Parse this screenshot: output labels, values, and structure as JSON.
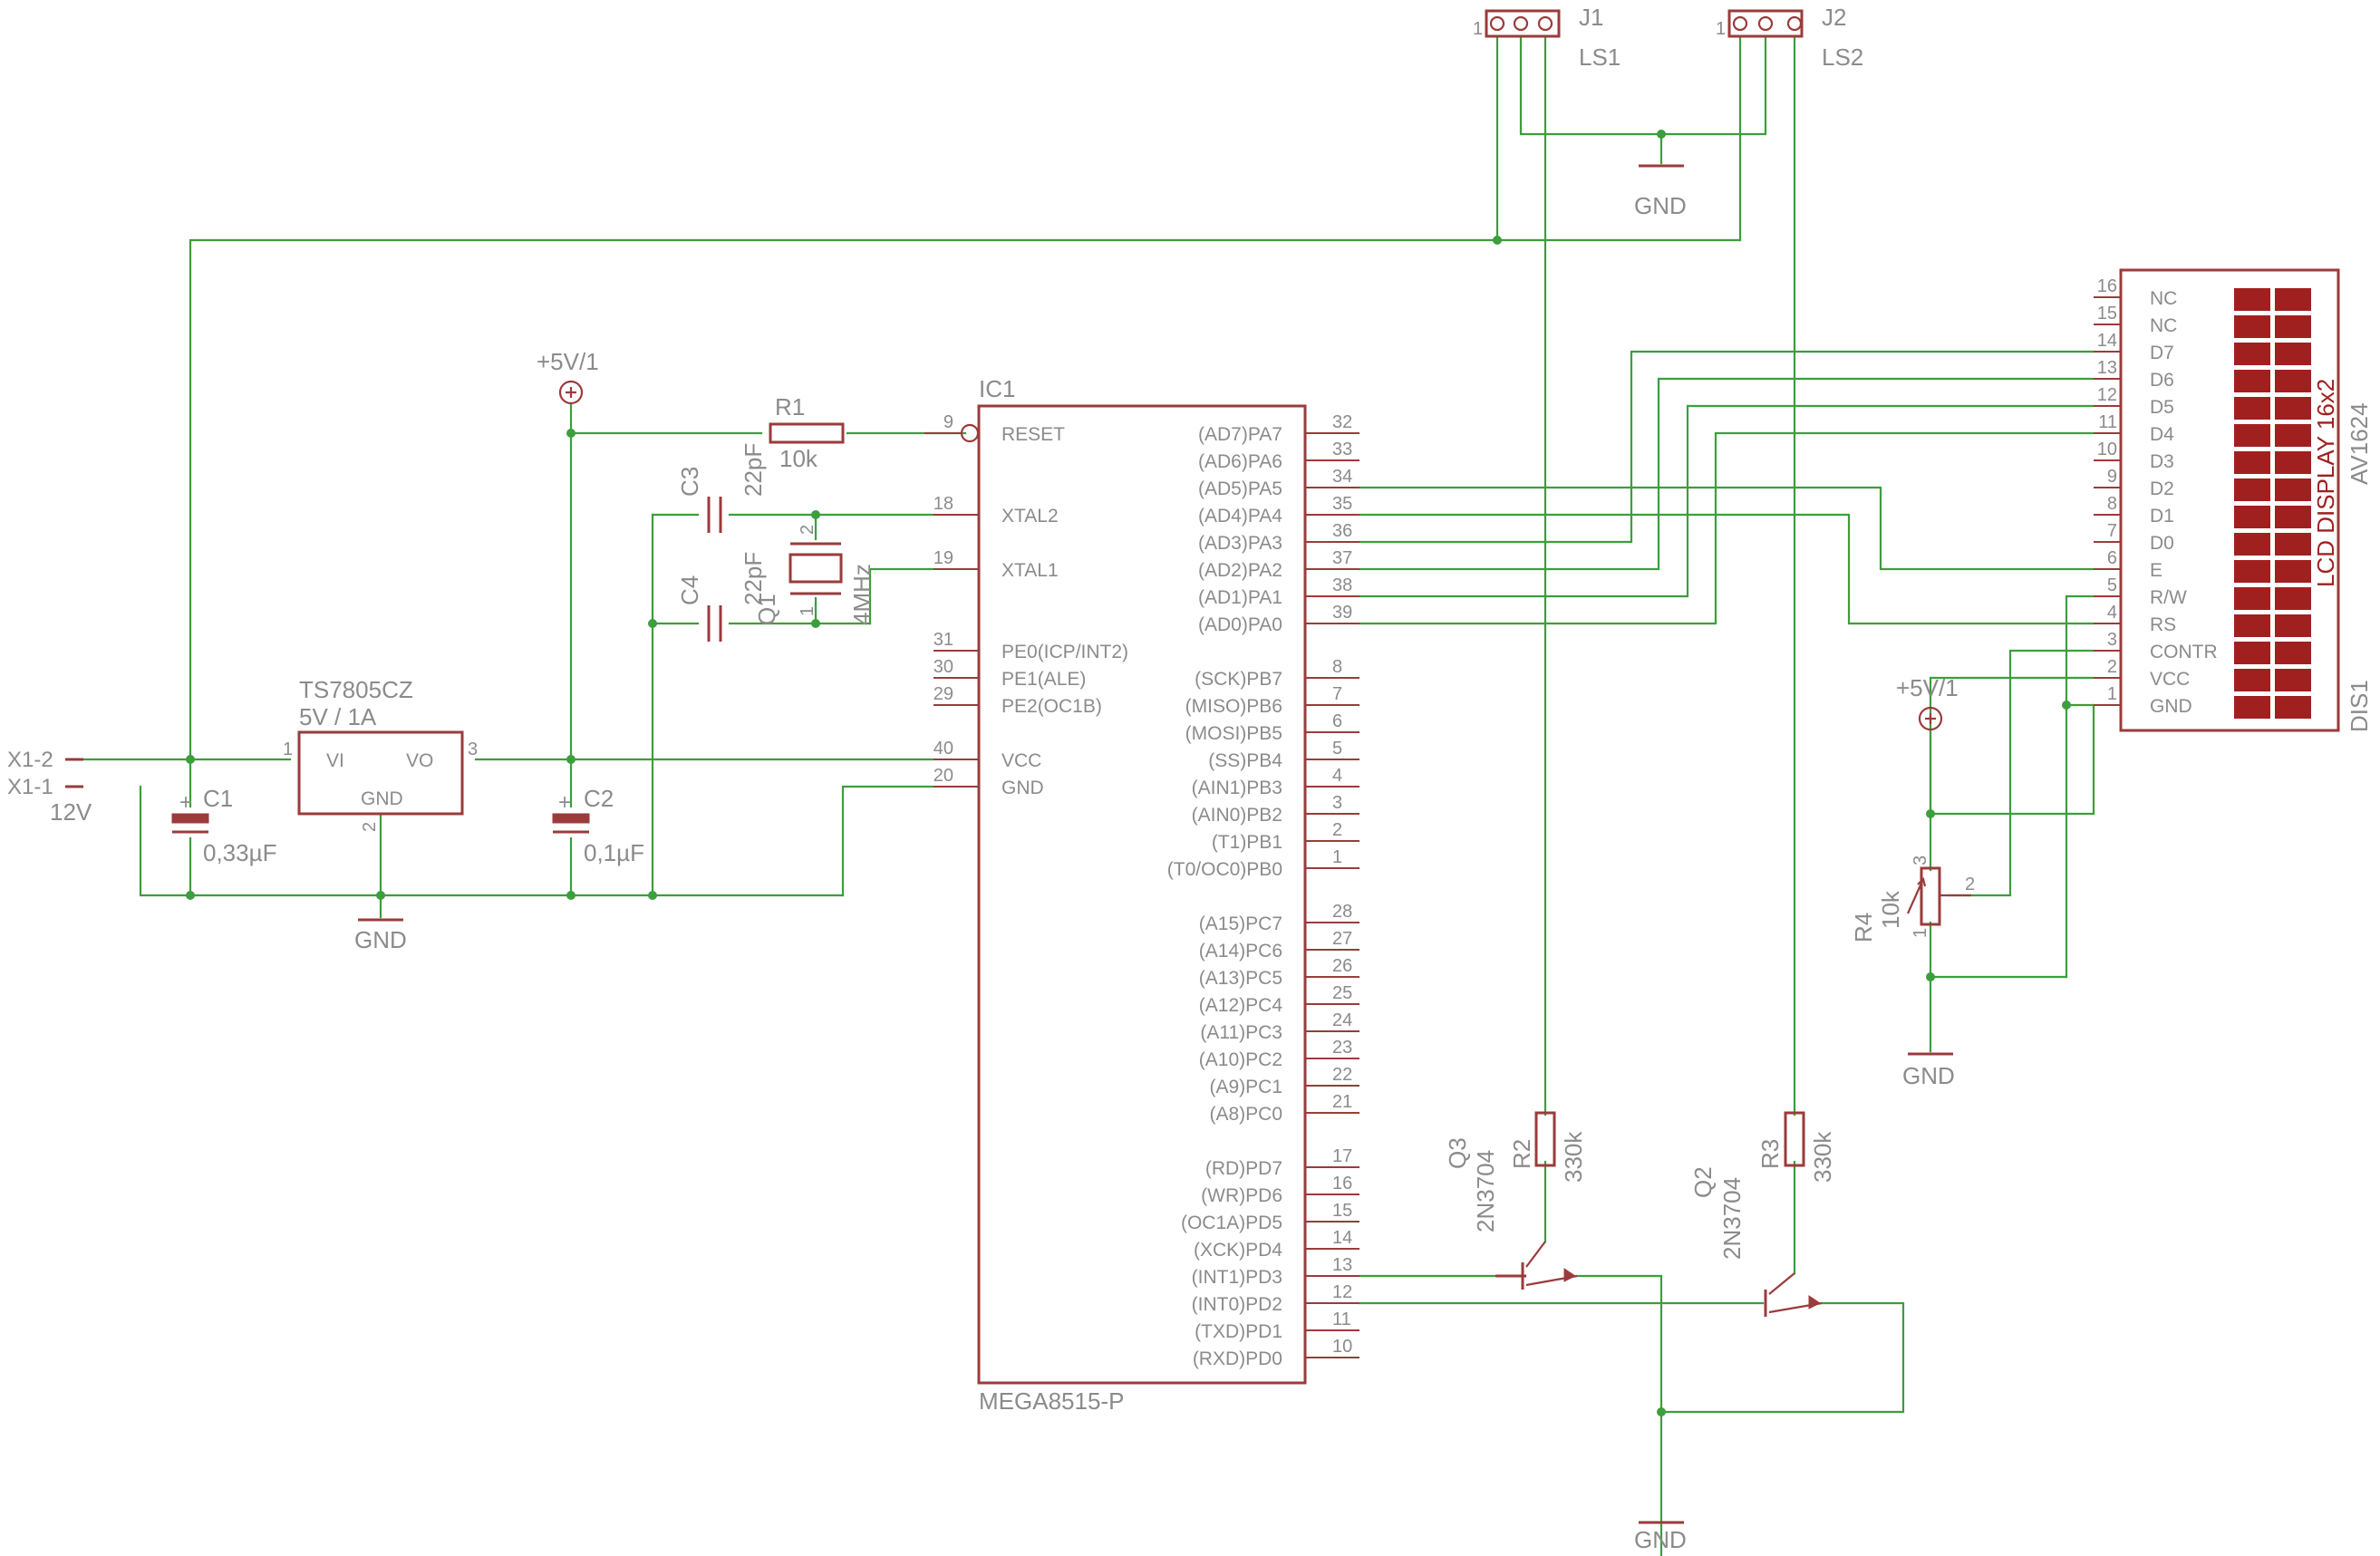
{
  "ic1": {
    "name": "IC1",
    "value": "MEGA8515-P",
    "left_pins": [
      {
        "num": "9",
        "label": "RESET"
      },
      {
        "num": "18",
        "label": "XTAL2"
      },
      {
        "num": "19",
        "label": "XTAL1"
      },
      {
        "num": "31",
        "label": "PE0(ICP/INT2)"
      },
      {
        "num": "30",
        "label": "PE1(ALE)"
      },
      {
        "num": "29",
        "label": "PE2(OC1B)"
      },
      {
        "num": "40",
        "label": "VCC"
      },
      {
        "num": "20",
        "label": "GND"
      }
    ],
    "right_pins": [
      {
        "num": "32",
        "label": "(AD7)PA7"
      },
      {
        "num": "33",
        "label": "(AD6)PA6"
      },
      {
        "num": "34",
        "label": "(AD5)PA5"
      },
      {
        "num": "35",
        "label": "(AD4)PA4"
      },
      {
        "num": "36",
        "label": "(AD3)PA3"
      },
      {
        "num": "37",
        "label": "(AD2)PA2"
      },
      {
        "num": "38",
        "label": "(AD1)PA1"
      },
      {
        "num": "39",
        "label": "(AD0)PA0"
      },
      {
        "num": "8",
        "label": "(SCK)PB7"
      },
      {
        "num": "7",
        "label": "(MISO)PB6"
      },
      {
        "num": "6",
        "label": "(MOSI)PB5"
      },
      {
        "num": "5",
        "label": "(SS)PB4"
      },
      {
        "num": "4",
        "label": "(AIN1)PB3"
      },
      {
        "num": "3",
        "label": "(AIN0)PB2"
      },
      {
        "num": "2",
        "label": "(T1)PB1"
      },
      {
        "num": "1",
        "label": "(T0/OC0)PB0"
      },
      {
        "num": "28",
        "label": "(A15)PC7"
      },
      {
        "num": "27",
        "label": "(A14)PC6"
      },
      {
        "num": "26",
        "label": "(A13)PC5"
      },
      {
        "num": "25",
        "label": "(A12)PC4"
      },
      {
        "num": "24",
        "label": "(A11)PC3"
      },
      {
        "num": "23",
        "label": "(A10)PC2"
      },
      {
        "num": "22",
        "label": "(A9)PC1"
      },
      {
        "num": "21",
        "label": "(A8)PC0"
      },
      {
        "num": "17",
        "label": "(RD)PD7"
      },
      {
        "num": "16",
        "label": "(WR)PD6"
      },
      {
        "num": "15",
        "label": "(OC1A)PD5"
      },
      {
        "num": "14",
        "label": "(XCK)PD4"
      },
      {
        "num": "13",
        "label": "(INT1)PD3"
      },
      {
        "num": "12",
        "label": "(INT0)PD2"
      },
      {
        "num": "11",
        "label": "(TXD)PD1"
      },
      {
        "num": "10",
        "label": "(RXD)PD0"
      }
    ]
  },
  "lcd": {
    "name": "DIS1",
    "value": "AV1624",
    "title": "LCD DISPLAY 16x2",
    "pins": [
      {
        "num": "16",
        "label": "NC"
      },
      {
        "num": "15",
        "label": "NC"
      },
      {
        "num": "14",
        "label": "D7"
      },
      {
        "num": "13",
        "label": "D6"
      },
      {
        "num": "12",
        "label": "D5"
      },
      {
        "num": "11",
        "label": "D4"
      },
      {
        "num": "10",
        "label": "D3"
      },
      {
        "num": "9",
        "label": "D2"
      },
      {
        "num": "8",
        "label": "D1"
      },
      {
        "num": "7",
        "label": "D0"
      },
      {
        "num": "6",
        "label": "E"
      },
      {
        "num": "5",
        "label": "R/W"
      },
      {
        "num": "4",
        "label": "RS"
      },
      {
        "num": "3",
        "label": "CONTR"
      },
      {
        "num": "2",
        "label": "VCC"
      },
      {
        "num": "1",
        "label": "GND"
      }
    ]
  },
  "regulator": {
    "name": "TS7805CZ",
    "value": "5V / 1A",
    "vi": "VI",
    "vo": "VO",
    "gnd": "GND",
    "pin1": "1",
    "pin2": "2",
    "pin3": "3"
  },
  "c1": {
    "name": "C1",
    "value": "0,33µF"
  },
  "c2": {
    "name": "C2",
    "value": "0,1µF"
  },
  "c3": {
    "name": "C3",
    "value": "22pF"
  },
  "c4": {
    "name": "C4",
    "value": "22pF"
  },
  "q1": {
    "name": "Q1",
    "value": "4MHz",
    "pin1": "1",
    "pin2": "2"
  },
  "r1": {
    "name": "R1",
    "value": "10k"
  },
  "r2": {
    "name": "R2",
    "value": "330k"
  },
  "r3": {
    "name": "R3",
    "value": "330k"
  },
  "r4": {
    "name": "R4",
    "value": "10k",
    "pin1": "1",
    "pin2": "2",
    "pin3": "3"
  },
  "q2": {
    "name": "Q2",
    "value": "2N3704"
  },
  "q3": {
    "name": "Q3",
    "value": "2N3704"
  },
  "j1": {
    "name": "J1",
    "value": "LS1",
    "pin1": "1"
  },
  "j2": {
    "name": "J2",
    "value": "LS2",
    "pin1": "1"
  },
  "power": {
    "plus5v": "+5V/1",
    "gnd": "GND"
  },
  "input": {
    "x1_2": "X1-2",
    "x1_1": "X1-1",
    "voltage": "12V"
  }
}
